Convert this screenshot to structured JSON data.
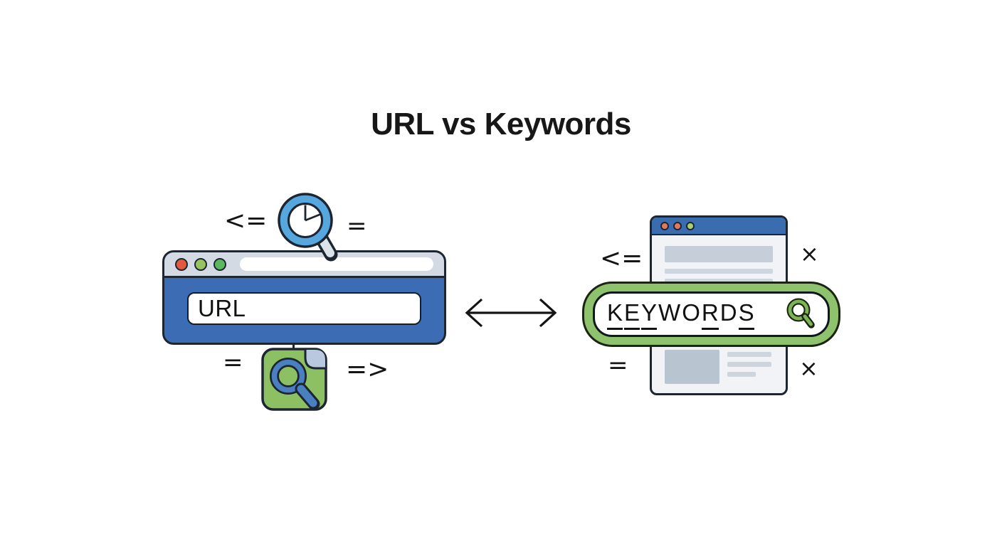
{
  "title": "URL vs Keywords",
  "palette": {
    "browser_blue": "#3b6cb4",
    "topbar_gray": "#d3dae3",
    "outline_dark": "#1c2530",
    "clock_blue": "#55a7de",
    "handle_gray": "#dbe2ea",
    "doc_green": "#8cc063",
    "fold_blue_gray": "#b9c8de",
    "magnifier_blue": "#4a7fc0",
    "searchbar_green": "#8fc26d",
    "search_icon_green": "#7db456",
    "doc_bg": "#f1f3f6",
    "placeholder_gray": "#c5ced9",
    "placeholder_line": "#cdd5de",
    "placeholder_img": "#b9c4d1",
    "symbol_black": "#141414"
  },
  "left_browser": {
    "window_dots": [
      "#e2593f",
      "#97c45f",
      "#5cb85f"
    ],
    "url_text": "URL",
    "top_icon": "clock-magnifier-icon",
    "bottom_icon": "document-search-icon",
    "symbols": {
      "top_left": "<=",
      "top_right": "=",
      "bottom_left": "=",
      "bottom_right": "=>"
    }
  },
  "center": {
    "arrow": "double-headed-arrow"
  },
  "right_panel": {
    "window_dots": [
      "#e0795e",
      "#e0795e",
      "#a8cf73"
    ],
    "search": {
      "text": "KEYWORDS",
      "underline_pattern": [
        true,
        true,
        true,
        false,
        false,
        true,
        false,
        true
      ]
    },
    "search_icon": "magnifier-icon",
    "symbols": {
      "top_left": "<=",
      "top_right": "×",
      "bottom_left": "=",
      "bottom_right": "×"
    }
  }
}
